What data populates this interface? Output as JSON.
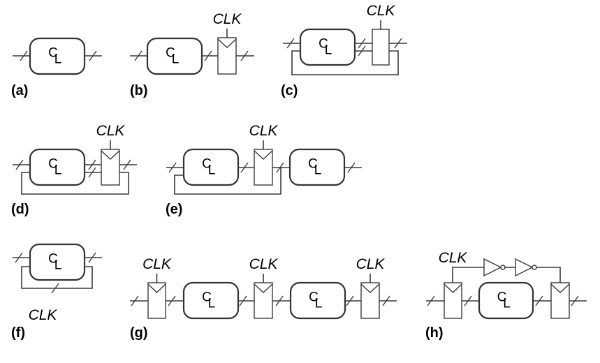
{
  "figure": {
    "cl_glyph": {
      "c": "C",
      "l": "L"
    },
    "clock_label": "CLK",
    "panels": [
      {
        "id": "a",
        "label": "(a)"
      },
      {
        "id": "b",
        "label": "(b)"
      },
      {
        "id": "c",
        "label": "(c)"
      },
      {
        "id": "d",
        "label": "(d)"
      },
      {
        "id": "e",
        "label": "(e)"
      },
      {
        "id": "f",
        "label": "(f)"
      },
      {
        "id": "g",
        "label": "(g)"
      },
      {
        "id": "h",
        "label": "(h)"
      }
    ]
  }
}
